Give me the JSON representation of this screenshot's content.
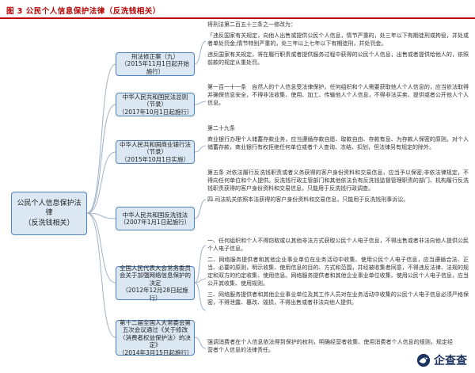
{
  "page": {
    "title": "图 3   公民个人信息保护法律（反洗钱相关）",
    "accent_red": "#c00000",
    "node_fill": "#dbe8f4",
    "node_border": "#4f81bd"
  },
  "root": {
    "line1": "公民个人信息保护法律",
    "line2": "（反洗钱相关）"
  },
  "branches": [
    {
      "name": "刑法修正案（九）",
      "date": "（2015年11月1日起开始施行）",
      "paras": [
        "将刑法第二百五十三条之一修改为：",
        "「违反国家有关规定，向他人出售或提供公民个人信息，情节严重的，处三年以下有期徒刑或拘役，并处或者单处罚金;情节特别严重的，处三年以上七年以下有期徒刑，并处罚金。",
        "违反国家有关规定，将在履行职责或者提供服务过程中获得的公民个人信息，出售或者提供给他人的，依照前款的规定从重处罚。"
      ]
    },
    {
      "name": "中华人民共和国民法总则（节录）",
      "date": "（2017年10月1日起施行）",
      "paras": [
        "第一百一十一条　自然人的个人信息受法律保护。任何组织和个人需要获取他人个人信息的，应当依法取得并确保信息安全，不得非法收集、使用、加工、传输他人个人信息，不得非法买卖、提供或者公开他人个人信息。"
      ]
    },
    {
      "name": "中华人民共和国商业银行法（节录）",
      "date": "（2015年10月1日实施）",
      "paras": [
        "第二十九条",
        "商业银行办理个人储蓄存款业务，应当遵循存款自愿、取款自由、存款有息、为存款人保密的原则。对个人储蓄存款，商业银行有权拒绝任何单位或者个人查询、冻结、扣划，但法律另有规定的除外。"
      ]
    },
    {
      "name": "中华人民共和国反洗钱法",
      "date": "（2007年1月1日起施行）",
      "paras": [
        "第五条 对依法履行反洗钱职责或者义务获得的客户身份资料和交易信息，应当予以保密;非依法律规定，不得向任何单位和个人提供。反洗钱行政主管部门和其他依法负有反洗钱监督管理职责的部门、机构履行反洗钱职责获得的客户身份资料和交易信息，只能用于反洗钱行政调查。",
        "四.司法机关依照本法获得的客户身份资料和交易信息，只能用于反洗钱刑事诉讼。"
      ]
    },
    {
      "name": "全国人民代表大会常务委员会关于加强网络信息保护的决定",
      "date": "（2012年12月28日起施行）",
      "paras": [
        "一、任何组织和个人不得窃取或以其他非法方式获取公民个人电子信息，不得出售或者非法向他人提供公民个人电子信息。",
        "二、网络服务提供者和其他企业事业单位在业务活动中收集、使用公民个人电子信息，应当遵循合法、正当、必要的原则，明示收集、使用信息的目的、方式和范围，并经被收集者同意，不得违反法律、法规的规定和双方的约定收集、使用信息。网络服务提供者和其他企业事业单位收集、使用公民个人电子信息，应当公开其收集、使用规则。",
        "三、网络服务提供者和其他企业事业单位及其工作人员对在业务活动中收集的公民个人电子信息必须严格保密，不得泄露、篡改、毁损，不得出售或者非法向他人提供。"
      ]
    },
    {
      "name": "第十二届全国人大常委会第五次会议通过《关于修改〈消费者权益保护法〉的决定》",
      "date": "（2014年3月15日起施行）",
      "paras": [
        "强调消费者在个人信息依法得到保护的权利，明确经营者收集、使用消费者个人信息的规则，规定经营者个人信息的法律责任。"
      ]
    }
  ],
  "watermark": {
    "label": "企查查"
  }
}
